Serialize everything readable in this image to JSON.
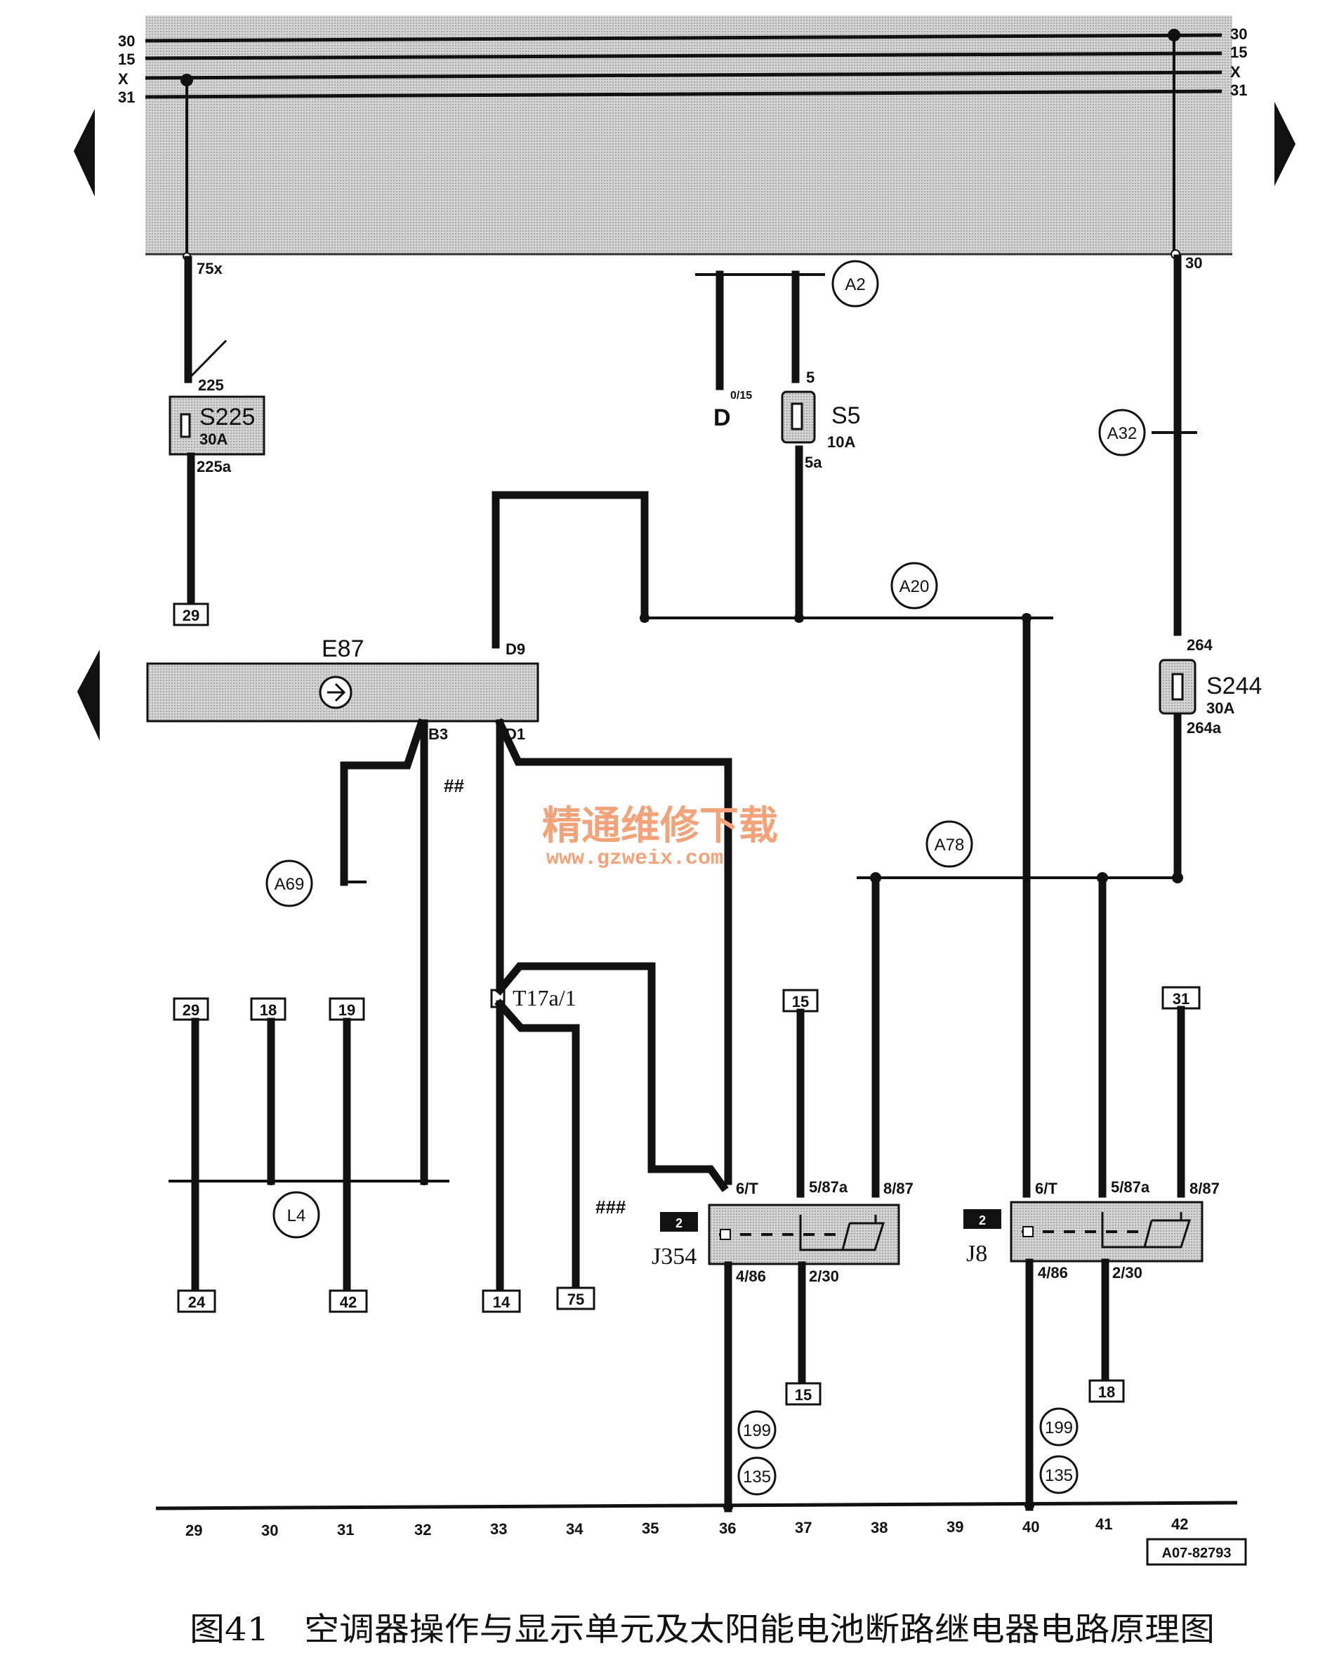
{
  "rails": {
    "left": [
      "30",
      "15",
      "X",
      "31"
    ],
    "right": [
      "30",
      "15",
      "X",
      "31"
    ]
  },
  "pins": {
    "p75x": "75x",
    "p225": "225",
    "p225a": "225a",
    "p30": "30",
    "p5": "5",
    "p5a": "5a",
    "p0_15": "0/15",
    "p264": "264",
    "p264a": "264a",
    "pD9": "D9",
    "pB3": "B3",
    "pD1": "D1",
    "j354_top": [
      "6/T",
      "5/87a",
      "8/87"
    ],
    "j354_bottom": [
      "4/86",
      "2/30"
    ],
    "j8_top": [
      "6/T",
      "5/87a",
      "8/87"
    ],
    "j8_bottom": [
      "4/86",
      "2/30"
    ]
  },
  "components": {
    "s225": "S225",
    "s225_rating": "30A",
    "s5": "S5",
    "s5_rating": "10A",
    "d": "D",
    "s244": "S244",
    "s244_rating": "30A",
    "e87": "E87",
    "t17a": "T17a/1",
    "j354": "J354",
    "j8": "J8",
    "j354_tag": "2",
    "j8_tag": "2"
  },
  "circles": {
    "a2": "A2",
    "a32": "A32",
    "a20": "A20",
    "a78": "A78",
    "a69": "A69",
    "l4": "L4",
    "c199_a": "199",
    "c135_a": "135",
    "c199_b": "199",
    "c135_b": "135"
  },
  "ref_boxes": {
    "b29_top": "29",
    "b29": "29",
    "b18": "18",
    "b19": "19",
    "b15_top": "15",
    "b31_top": "31",
    "b24": "24",
    "b42": "42",
    "b14": "14",
    "b75": "75",
    "b15_bottom": "15",
    "b18_bottom": "18"
  },
  "marks": {
    "hash2": "##",
    "hash3": "###"
  },
  "watermark": {
    "line1": "精通维修下载",
    "line2": "www.gzweix.com"
  },
  "scale": [
    "29",
    "30",
    "31",
    "32",
    "33",
    "34",
    "35",
    "36",
    "37",
    "38",
    "39",
    "40",
    "41",
    "42"
  ],
  "figure_code": "A07-82793",
  "caption": "图41　空调器操作与显示单元及太阳能电池断路继电器电路原理图",
  "colors": {
    "ink": "#111111",
    "panel": "#c8c8c8",
    "watermark": "#f2a37a"
  }
}
